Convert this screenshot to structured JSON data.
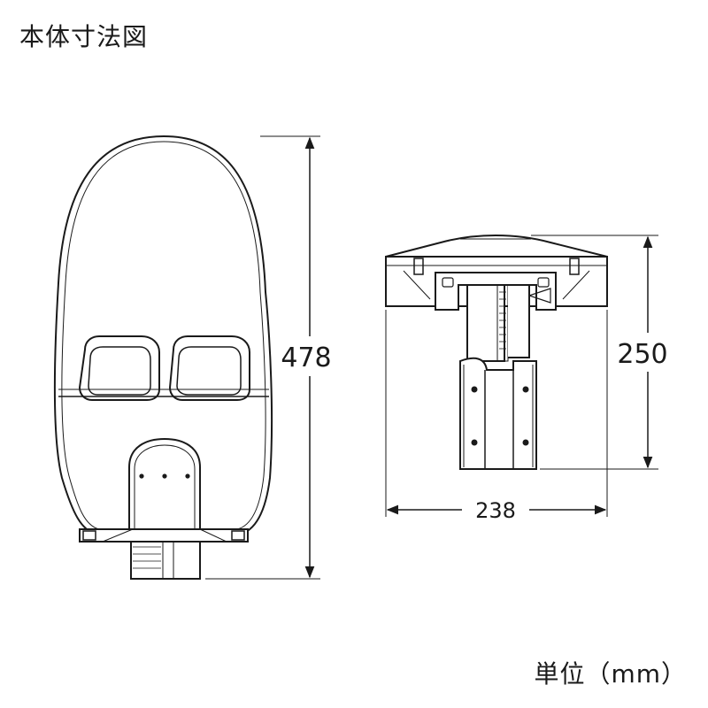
{
  "title": "本体寸法図",
  "unit_label": "単位（mm）",
  "dimensions": {
    "front_height": "478",
    "side_height": "250",
    "side_width": "238"
  },
  "colors": {
    "line": "#1a1a1a",
    "fill": "#ffffff"
  }
}
